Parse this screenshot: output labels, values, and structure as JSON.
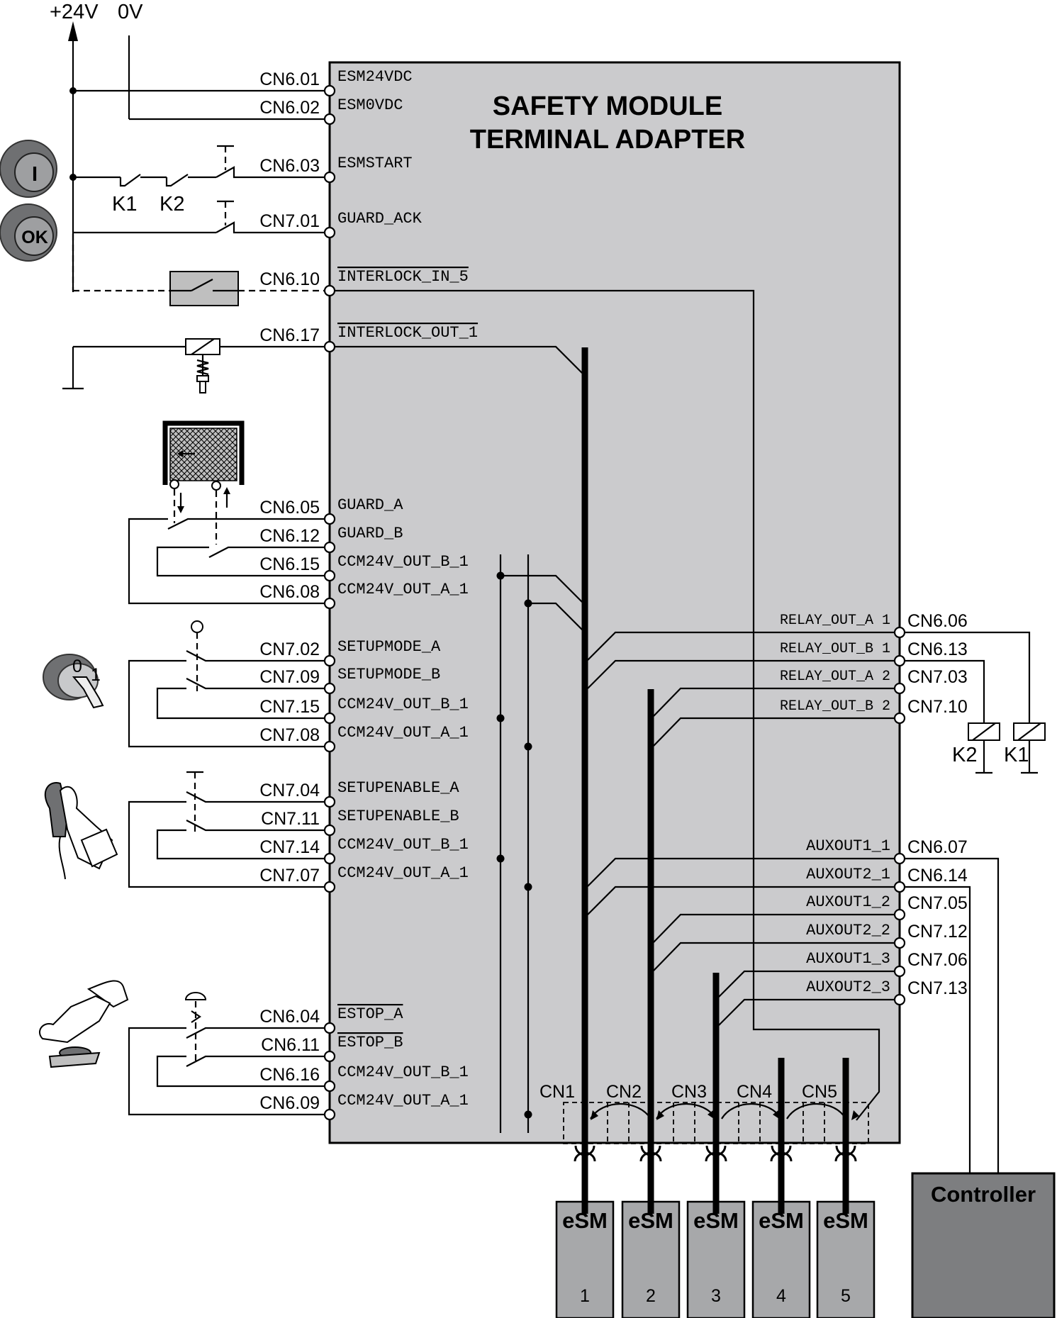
{
  "supply": {
    "plus": "+24V",
    "zero": "0V"
  },
  "module": {
    "title_line1": "SAFETY MODULE",
    "title_line2": "TERMINAL ADAPTER"
  },
  "left_terminals": [
    {
      "cn": "CN6.01",
      "signal": "ESM24VDC",
      "overline": false
    },
    {
      "cn": "CN6.02",
      "signal": "ESM0VDC",
      "overline": false
    },
    {
      "cn": "CN6.03",
      "signal": "ESMSTART",
      "overline": false
    },
    {
      "cn": "CN7.01",
      "signal": "GUARD_ACK",
      "overline": false
    },
    {
      "cn": "CN6.10",
      "signal": "INTERLOCK_IN_5",
      "overline": true
    },
    {
      "cn": "CN6.17",
      "signal": "INTERLOCK_OUT_1",
      "overline": true
    },
    {
      "cn": "CN6.05",
      "signal": "GUARD_A",
      "overline": false
    },
    {
      "cn": "CN6.12",
      "signal": "GUARD_B",
      "overline": false
    },
    {
      "cn": "CN6.15",
      "signal": "CCM24V_OUT_B_1",
      "overline": false
    },
    {
      "cn": "CN6.08",
      "signal": "CCM24V_OUT_A_1",
      "overline": false
    },
    {
      "cn": "CN7.02",
      "signal": "SETUPMODE_A",
      "overline": false
    },
    {
      "cn": "CN7.09",
      "signal": "SETUPMODE_B",
      "overline": false
    },
    {
      "cn": "CN7.15",
      "signal": "CCM24V_OUT_B_1",
      "overline": false
    },
    {
      "cn": "CN7.08",
      "signal": "CCM24V_OUT_A_1",
      "overline": false
    },
    {
      "cn": "CN7.04",
      "signal": "SETUPENABLE_A",
      "overline": false
    },
    {
      "cn": "CN7.11",
      "signal": "SETUPENABLE_B",
      "overline": false
    },
    {
      "cn": "CN7.14",
      "signal": "CCM24V_OUT_B_1",
      "overline": false
    },
    {
      "cn": "CN7.07",
      "signal": "CCM24V_OUT_A_1",
      "overline": false
    },
    {
      "cn": "CN6.04",
      "signal": "ESTOP_A",
      "overline": true
    },
    {
      "cn": "CN6.11",
      "signal": "ESTOP_B",
      "overline": true
    },
    {
      "cn": "CN6.16",
      "signal": "CCM24V_OUT_B_1",
      "overline": false
    },
    {
      "cn": "CN6.09",
      "signal": "CCM24V_OUT_A_1",
      "overline": false
    }
  ],
  "right_terminals": [
    {
      "cn": "CN6.06",
      "signal": "RELAY_OUT_A 1"
    },
    {
      "cn": "CN6.13",
      "signal": "RELAY_OUT_B 1"
    },
    {
      "cn": "CN7.03",
      "signal": "RELAY_OUT_A 2"
    },
    {
      "cn": "CN7.10",
      "signal": "RELAY_OUT_B 2"
    },
    {
      "cn": "CN6.07",
      "signal": "AUXOUT1_1"
    },
    {
      "cn": "CN6.14",
      "signal": "AUXOUT2_1"
    },
    {
      "cn": "CN7.05",
      "signal": "AUXOUT1_2"
    },
    {
      "cn": "CN7.12",
      "signal": "AUXOUT2_2"
    },
    {
      "cn": "CN7.06",
      "signal": "AUXOUT1_3"
    },
    {
      "cn": "CN7.13",
      "signal": "AUXOUT2_3"
    }
  ],
  "contacts": {
    "k1": "K1",
    "k2": "K2"
  },
  "coils": {
    "k2": "K2",
    "k1": "K1"
  },
  "buttons": {
    "start": "I",
    "ack": "OK"
  },
  "key_switch": {
    "pos0": "0",
    "pos1": "1"
  },
  "connectors": [
    "CN1",
    "CN2",
    "CN3",
    "CN4",
    "CN5"
  ],
  "esm_modules": [
    {
      "label": "eSM",
      "num": "1"
    },
    {
      "label": "eSM",
      "num": "2"
    },
    {
      "label": "eSM",
      "num": "3"
    },
    {
      "label": "eSM",
      "num": "4"
    },
    {
      "label": "eSM",
      "num": "5"
    }
  ],
  "controller": "Controller",
  "colors": {
    "module_fill": "#cbcbcd",
    "esm_fill": "#a7a8aa",
    "controller_fill": "#7d7e80",
    "switch_box": "#bfbfbf"
  }
}
